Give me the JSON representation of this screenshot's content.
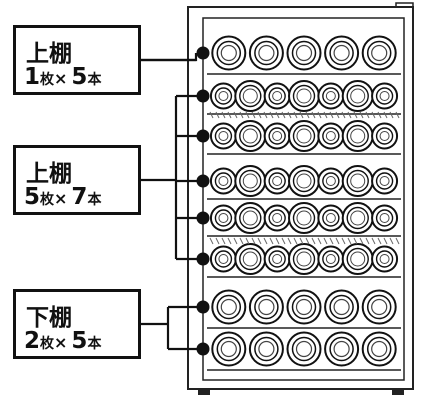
{
  "labels": [
    {
      "name": "上棚",
      "count": "1",
      "unit1": "枚",
      "times": "×",
      "qty": "5",
      "unit2": "本"
    },
    {
      "name": "上棚",
      "count": "5",
      "unit1": "枚",
      "times": "×",
      "qty": "7",
      "unit2": "本"
    },
    {
      "name": "下棚",
      "count": "2",
      "unit1": "枚",
      "times": "×",
      "qty": "5",
      "unit2": "本"
    }
  ],
  "colors": {
    "ink": "#111111",
    "frame": "#222222",
    "bottle_cap": "#444444"
  },
  "shelves": [
    {
      "group": 0,
      "bottles": 5,
      "style": "large"
    },
    {
      "group": 1,
      "bottles": 7,
      "style": "small"
    },
    {
      "group": 1,
      "bottles": 7,
      "style": "small"
    },
    {
      "group": 1,
      "bottles": 7,
      "style": "small"
    },
    {
      "group": 1,
      "bottles": 7,
      "style": "small"
    },
    {
      "group": 1,
      "bottles": 7,
      "style": "small"
    },
    {
      "group": 2,
      "bottles": 5,
      "style": "large"
    },
    {
      "group": 2,
      "bottles": 5,
      "style": "large"
    }
  ]
}
